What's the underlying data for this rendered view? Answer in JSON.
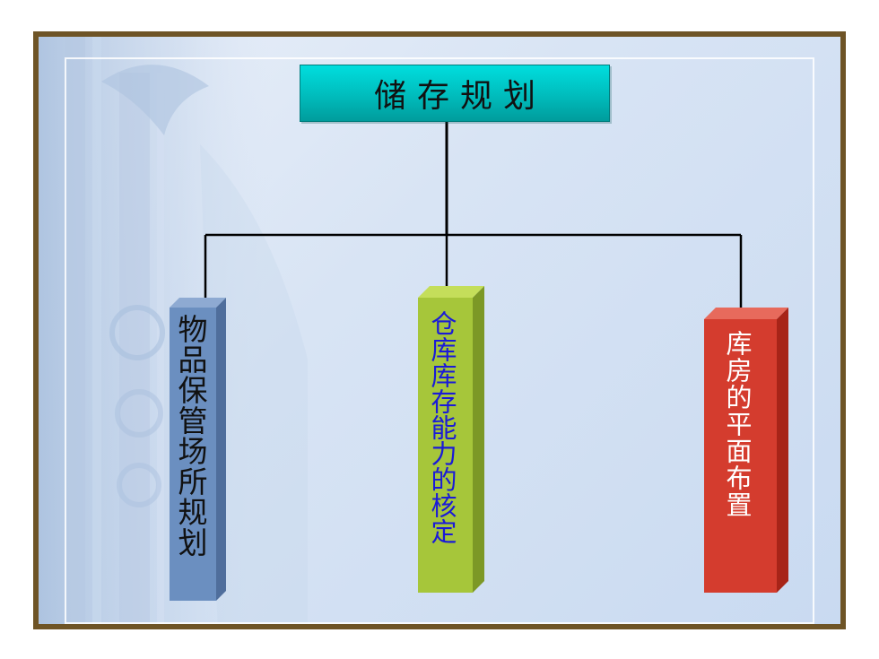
{
  "diagram": {
    "root": {
      "label": "储存规划"
    },
    "children": [
      {
        "id": "item-1",
        "label": "物品保管场所规划",
        "color": "#6b8fc0"
      },
      {
        "id": "item-2",
        "label": "仓库库存能力的核定",
        "color": "#a6c63a"
      },
      {
        "id": "item-3",
        "label": "库房的平面布置",
        "color": "#d43c2e"
      }
    ],
    "colors": {
      "frame": "#6e5426",
      "title_fill": "#00c8c8",
      "connector": "#000000"
    }
  }
}
